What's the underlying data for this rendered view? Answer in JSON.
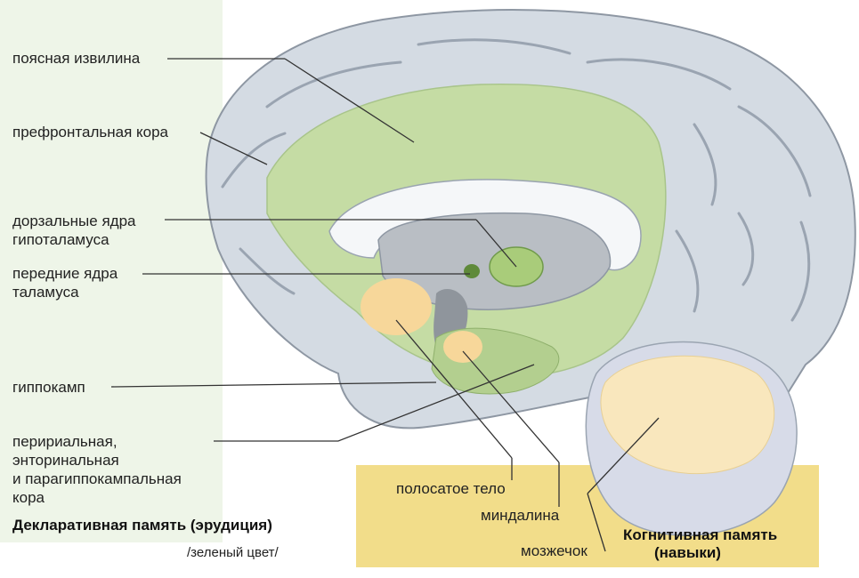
{
  "labels": {
    "cingulate": "поясная извилина",
    "prefrontal": "префронтальная кора",
    "dorsal_line1": "дорзальные ядра",
    "dorsal_line2": "гипоталамуса",
    "anterior_line1": "передние ядра",
    "anterior_line2": "таламуса",
    "hippocampus": "гиппокамп",
    "perirhinal_line1": "перириальная,",
    "perirhinal_line2": "энторинальная",
    "perirhinal_line3": "и парагиппокампальная",
    "perirhinal_line4": "кора",
    "striatum": "полосатое тело",
    "amygdala": "миндалина",
    "cerebellum": "мозжечок"
  },
  "legend": {
    "declarative_title": "Декларативная память (эрудиция)",
    "declarative_note": "/зеленый цвет/",
    "cognitive_line1": "Когнитивная память",
    "cognitive_line2": "(навыки)"
  },
  "colors": {
    "green_region": "#c5dca4",
    "green_dark": "#7fa65a",
    "beige_region": "#f7d79a",
    "cortex_gray": "#d4dbe3",
    "gray_inner": "#b9bec4",
    "panel_green": "#eef5e8",
    "panel_yellow": "#f2dd8a"
  }
}
